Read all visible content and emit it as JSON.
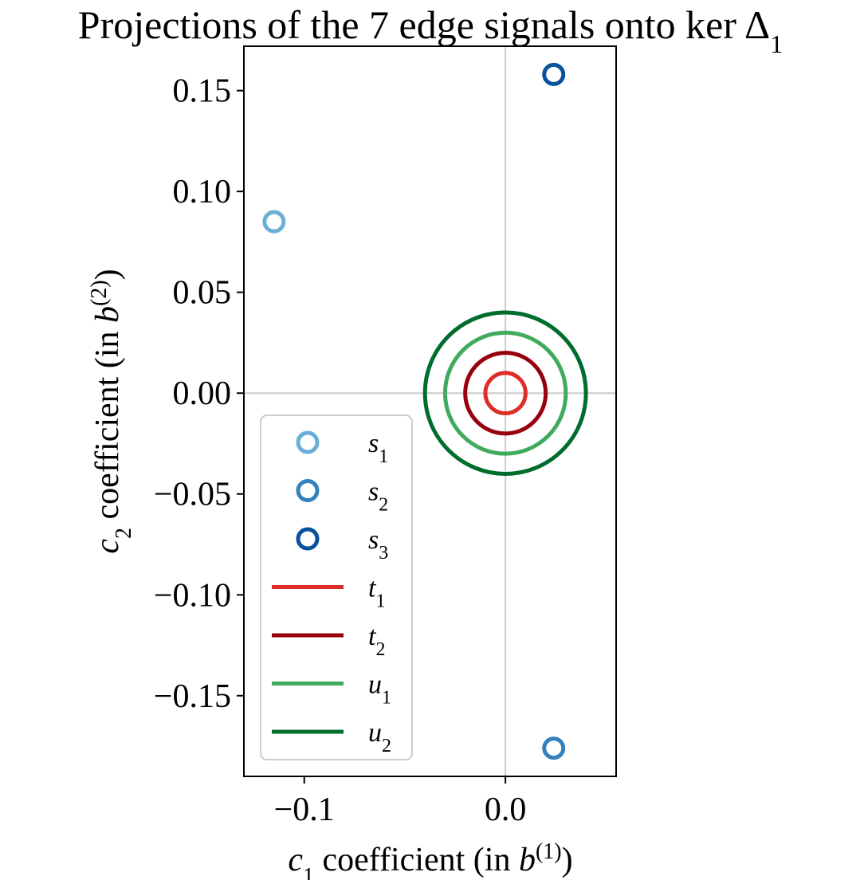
{
  "chart_data": {
    "type": "scatter",
    "title": {
      "text": "Projections of the 7 edge signals onto ker Δ",
      "sub": "1"
    },
    "xlabel": {
      "var": "c",
      "var_sub": "1",
      "text": " coefficient (in ",
      "basis": "b",
      "basis_sup": "(1)",
      "close": ")"
    },
    "ylabel": {
      "var": "c",
      "var_sub": "2",
      "text": " coefficient (in ",
      "basis": "b",
      "basis_sup": "(2)",
      "close": ")"
    },
    "xlim": [
      -0.13,
      0.055
    ],
    "ylim": [
      -0.19,
      0.172
    ],
    "xticks": [
      -0.1,
      0.0
    ],
    "xtick_labels": [
      "−0.1",
      "0.0"
    ],
    "yticks": [
      0.15,
      0.1,
      0.05,
      0.0,
      -0.05,
      -0.1,
      -0.15
    ],
    "ytick_labels": [
      "0.15",
      "0.10",
      "0.05",
      "0.00",
      "−0.05",
      "−0.10",
      "−0.15"
    ],
    "reference_lines": {
      "x": 0.0,
      "y": 0.0,
      "color": "#cccccc"
    },
    "grid": false,
    "legend_position": "lower-left",
    "series": [
      {
        "name": "s",
        "sub": "1",
        "kind": "marker",
        "color": "#6baed6",
        "points": [
          [
            -0.115,
            0.085
          ]
        ]
      },
      {
        "name": "s",
        "sub": "2",
        "kind": "marker",
        "color": "#3182bd",
        "points": [
          [
            0.024,
            -0.176
          ]
        ]
      },
      {
        "name": "s",
        "sub": "3",
        "kind": "marker",
        "color": "#08519c",
        "points": [
          [
            0.024,
            0.158
          ]
        ]
      },
      {
        "name": "t",
        "sub": "1",
        "kind": "circle",
        "color": "#de2d26",
        "center": [
          0.0,
          0.0
        ],
        "radius": 0.01
      },
      {
        "name": "t",
        "sub": "2",
        "kind": "circle",
        "color": "#99000d",
        "center": [
          0.0,
          0.0
        ],
        "radius": 0.02
      },
      {
        "name": "u",
        "sub": "1",
        "kind": "circle",
        "color": "#41ab5d",
        "center": [
          0.0,
          0.0
        ],
        "radius": 0.03
      },
      {
        "name": "u",
        "sub": "2",
        "kind": "circle",
        "color": "#006d2c",
        "center": [
          0.0,
          0.0
        ],
        "radius": 0.04
      }
    ]
  }
}
